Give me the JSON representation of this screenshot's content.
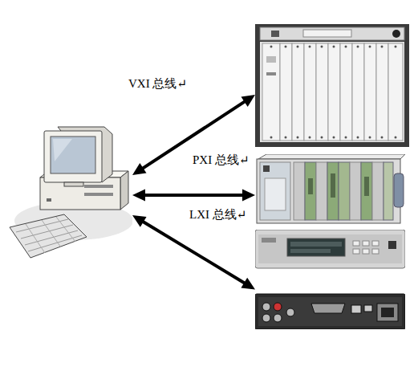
{
  "diagram": {
    "nodes": [
      {
        "text": []
      },
      {
        "text": []
      },
      {
        "text": []
      },
      {
        "text": []
      }
    ],
    "edges": [
      {
        "from": 0,
        "to": 1,
        "arrow": "both",
        "label": "VXI 总线↵"
      },
      {
        "from": 0,
        "to": 2,
        "arrow": "both",
        "label": "PXI 总线↵"
      },
      {
        "from": 0,
        "to": 3,
        "arrow": "both",
        "label": "LXI 总线↵"
      }
    ]
  }
}
